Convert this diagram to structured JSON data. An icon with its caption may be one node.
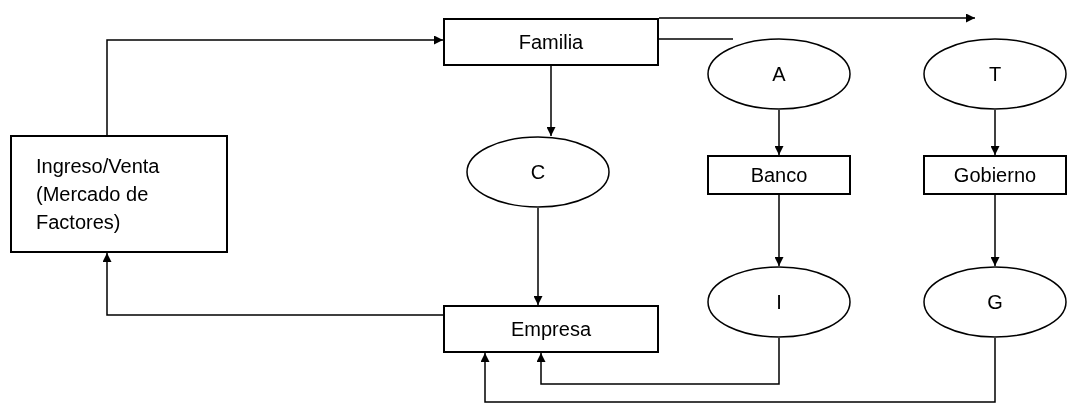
{
  "diagram": {
    "nodes": [
      {
        "text": [
          "Ingreso/Venta (Mercado de Factores)"
        ]
      },
      {
        "text": [
          "Familia"
        ]
      },
      {
        "text": [
          "A"
        ]
      },
      {
        "text": [
          "T"
        ]
      },
      {
        "text": [
          "C"
        ]
      },
      {
        "text": [
          "Banco"
        ]
      },
      {
        "text": [
          "Gobierno"
        ]
      },
      {
        "text": [
          "Empresa"
        ]
      },
      {
        "text": [
          "I"
        ]
      },
      {
        "text": [
          "G"
        ]
      }
    ],
    "edges": [
      {
        "from": 0,
        "to": 1,
        "arrow": "to"
      },
      {
        "from": 1,
        "to": 3,
        "arrow": "to"
      },
      {
        "from": 1,
        "to": 2,
        "arrow": "none"
      },
      {
        "from": 1,
        "to": 4,
        "arrow": "to"
      },
      {
        "from": 4,
        "to": 7,
        "arrow": "to"
      },
      {
        "from": 2,
        "to": 5,
        "arrow": "to"
      },
      {
        "from": 3,
        "to": 6,
        "arrow": "to"
      },
      {
        "from": 5,
        "to": 8,
        "arrow": "to"
      },
      {
        "from": 6,
        "to": 9,
        "arrow": "to"
      },
      {
        "from": 7,
        "to": 0,
        "arrow": "to"
      },
      {
        "from": 8,
        "to": 7,
        "arrow": "to"
      },
      {
        "from": 9,
        "to": 7,
        "arrow": "to"
      }
    ]
  }
}
